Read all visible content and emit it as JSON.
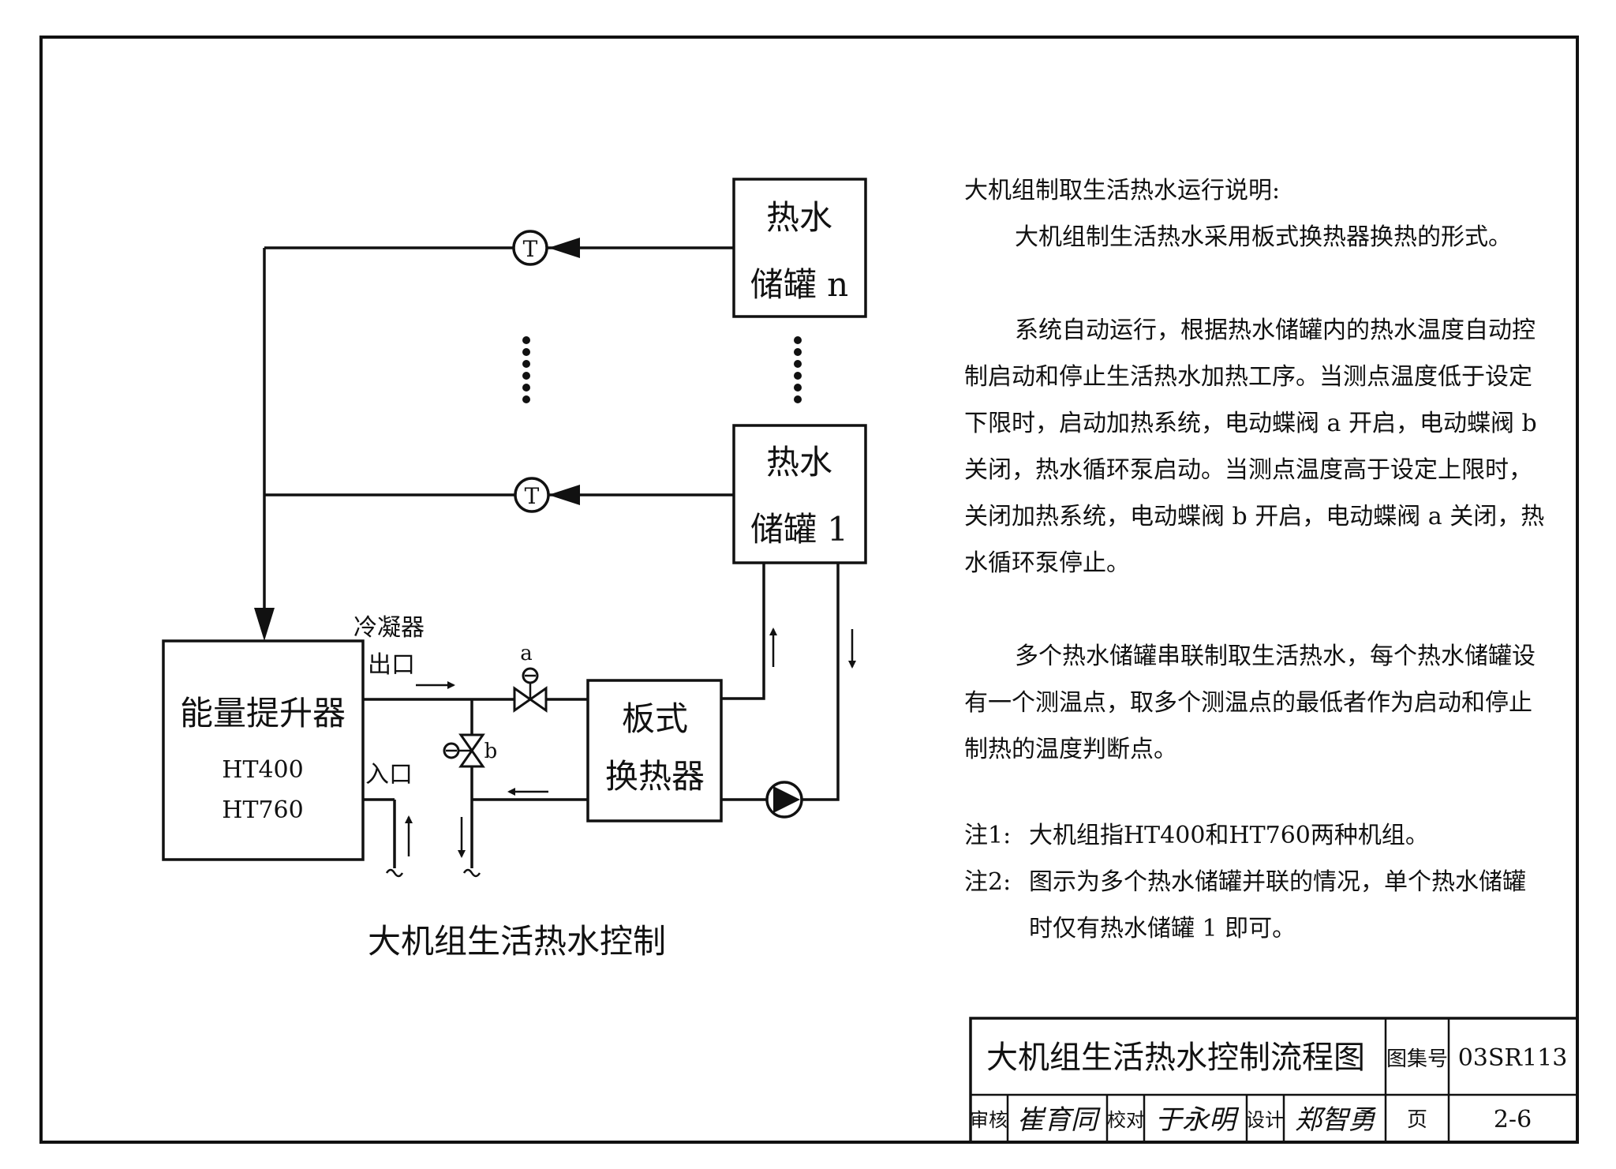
{
  "diagram": {
    "tank_n": {
      "line1": "热水",
      "line2": "储罐 n"
    },
    "tank_1": {
      "line1": "热水",
      "line2": "储罐 1"
    },
    "sensor_label": "T",
    "booster": {
      "name": "能量提升器",
      "model1": "HT400",
      "model2": "HT760"
    },
    "condenser_outlet": {
      "line1": "冷凝器",
      "line2": "出口"
    },
    "inlet_label": "入口",
    "valve_a_label": "a",
    "valve_b_label": "b",
    "exchanger": {
      "line1": "板式",
      "line2": "换热器"
    },
    "caption": "大机组生活热水控制"
  },
  "notes": {
    "heading": "大机组制取生活热水运行说明:",
    "para1": "大机组制生活热水采用板式换热器换热的形式。",
    "para2": "系统自动运行，根据热水储罐内的热水温度自动控制启动和停止生活热水加热工序。当测点温度低于设定下限时，启动加热系统，电动蝶阀 a 开启，电动蝶阀 b 关闭，热水循环泵启动。当测点温度高于设定上限时，关闭加热系统，电动蝶阀 b 开启，电动蝶阀 a 关闭，热水循环泵停止。",
    "para3": "多个热水储罐串联制取生活热水，每个热水储罐设有一个测温点，取多个测温点的最低者作为启动和停止制热的温度判断点。",
    "note1_label": "注1:",
    "note1_text": "大机组指HT400和HT760两种机组。",
    "note2_label": "注2:",
    "note2_text": "图示为多个热水储罐并联的情况，单个热水储罐时仅有热水储罐 1 即可。"
  },
  "title_block": {
    "title": "大机组生活热水控制流程图",
    "atlas_label": "图集号",
    "atlas_no": "03SR113",
    "review_label": "审核",
    "review_sig": "崔育同",
    "check_label": "校对",
    "check_sig": "于永明",
    "design_label": "设计",
    "design_sig": "郑智勇",
    "page_label": "页",
    "page_no": "2-6"
  }
}
